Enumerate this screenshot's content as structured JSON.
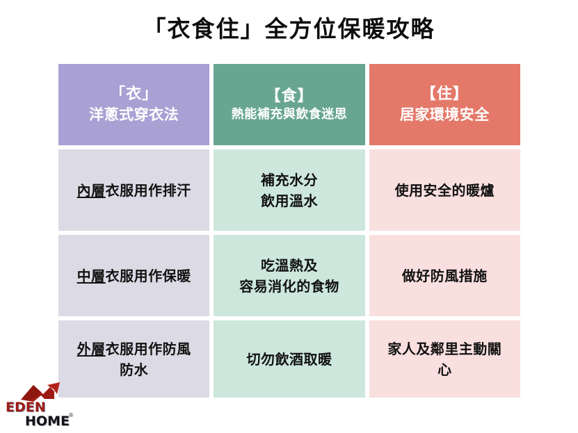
{
  "page": {
    "title": "「衣食住」全方位保暖攻略"
  },
  "table": {
    "headers": [
      {
        "line1": "「衣」",
        "line2": "洋蔥式穿衣法",
        "color": "#a9a0d4"
      },
      {
        "line1": "【食】",
        "line2": "熱能補充與飲食迷思",
        "color": "#68a691"
      },
      {
        "line1": "【住】",
        "line2": "居家環境安全",
        "color": "#e4796a"
      }
    ],
    "column_body_colors": [
      "#dcdae4",
      "#cde7dd",
      "#fadfdf"
    ],
    "rows": [
      {
        "cells": [
          {
            "underlined": "內層",
            "rest": "衣服用作排汗",
            "line2": ""
          },
          {
            "underlined": "",
            "rest": "補充水分",
            "line2": "飲用溫水"
          },
          {
            "underlined": "",
            "rest": "使用安全的暖爐",
            "line2": ""
          }
        ]
      },
      {
        "cells": [
          {
            "underlined": "中層",
            "rest": "衣服用作保暖",
            "line2": ""
          },
          {
            "underlined": "",
            "rest": "吃溫熱及",
            "line2": "容易消化的食物"
          },
          {
            "underlined": "",
            "rest": "做好防風措施",
            "line2": ""
          }
        ]
      },
      {
        "cells": [
          {
            "underlined": "外層",
            "rest": "衣服用作防風",
            "line2": "防水"
          },
          {
            "underlined": "",
            "rest": "切勿飲酒取暖",
            "line2": ""
          },
          {
            "underlined": "",
            "rest": "家人及鄰里主動關",
            "line2": "心"
          }
        ]
      }
    ]
  },
  "logo": {
    "name_top": "EDEN",
    "name_bottom": "HOME",
    "registered_mark": "®",
    "mark_color": "#9e1b14"
  }
}
